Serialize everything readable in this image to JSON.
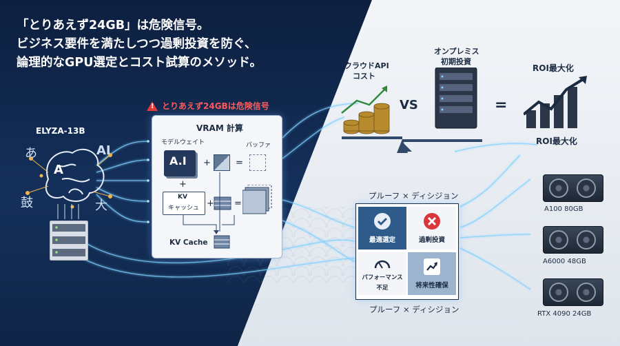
{
  "title": {
    "line1": "「とりあえず24GB」は危険信号。",
    "line2": "ビジネス要件を満たしつつ過剰投資を防ぐ、",
    "line3": "論理的なGPU選定とコスト試算のメソッド。"
  },
  "model": {
    "name": "ELYZA-13B",
    "chars": [
      "あ",
      "AI",
      "鼓",
      "大"
    ],
    "brain_text": "A"
  },
  "warning": {
    "text": "とりあえず24GBは危険信号"
  },
  "vram_card": {
    "title": "VRAM 計算",
    "model_weight": "モデルウェイト",
    "buffer": "バッファ",
    "ai_tile": "A.I",
    "plus": "+",
    "equals": "=",
    "kv_label_1": "KV",
    "kv_label_2": "キャッシュ",
    "kv_cache": "KV Cache"
  },
  "cost": {
    "cloud_line1": "クラウドAPI",
    "cloud_line2": "コスト",
    "vs": "VS",
    "onprem_line1": "オンプレミス",
    "onprem_line2": "初期投資",
    "equals": "=",
    "roi_top": "ROI最大化",
    "roi_bottom": "ROI最大化"
  },
  "proof": {
    "title_top": "プルーフ × ディシジョン",
    "title_bottom": "プルーフ × ディシジョン",
    "q1": "最適選定",
    "q2": "過剰投資",
    "q3_line1": "パフォーマンス",
    "q3_line2": "不足",
    "q4": "将来性確保"
  },
  "gpus": [
    {
      "label": "A100 80GB"
    },
    {
      "label": "A6000 48GB"
    },
    {
      "label": "RTX 4090 24GB"
    }
  ],
  "colors": {
    "navy": "#0d1f3f",
    "accent_glow": "#7fd0ff",
    "warning": "#e23a3a",
    "check_blue": "#2f5b8a",
    "cross_red": "#d9363e"
  }
}
